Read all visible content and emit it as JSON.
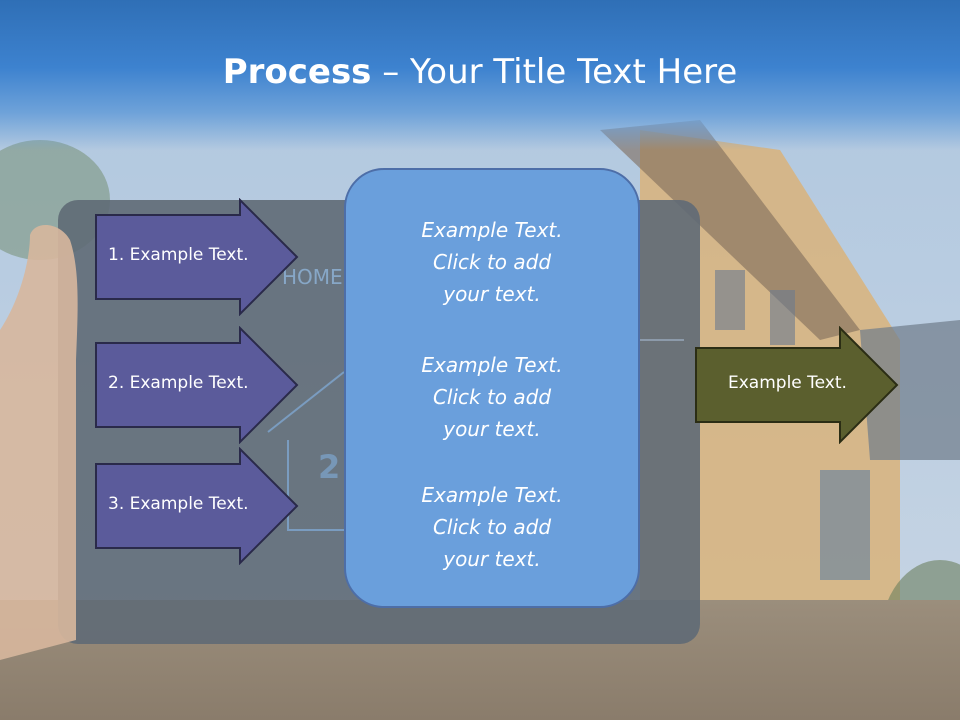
{
  "title": {
    "bold": "Process",
    "rest": " – Your Title Text Here"
  },
  "left_steps": [
    {
      "label": "1. Example Text."
    },
    {
      "label": "2. Example Text."
    },
    {
      "label": "3. Example Text."
    }
  ],
  "center_blocks": [
    {
      "lines": [
        "Example Text.",
        "Click  to add",
        "your text."
      ]
    },
    {
      "lines": [
        "Example Text.",
        "Click  to add",
        "your text."
      ]
    },
    {
      "lines": [
        "Example Text.",
        "Click  to add",
        "your text."
      ]
    }
  ],
  "output": {
    "label": "Example Text."
  },
  "background": {
    "screen_text": "HOME",
    "screen_number": "2"
  },
  "colors": {
    "step_fill": "#5b5b9b",
    "output_fill": "#5b5f2e",
    "center_fill": "#6a9fdc"
  }
}
